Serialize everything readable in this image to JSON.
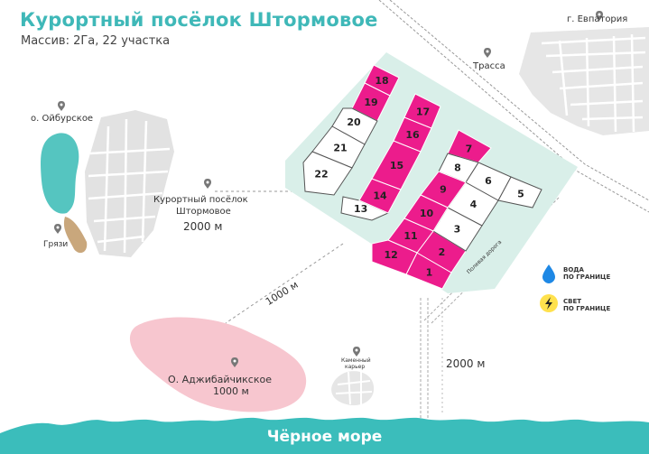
{
  "header": {
    "title": "Курортный посёлок Штормовое",
    "subtitle": "Массив: 2Га, 22 участка"
  },
  "labels": {
    "evpatoria": "г. Евпатория",
    "highway": "Трасса",
    "lake_oyburskoe": "о. Ойбурское",
    "mud": "Грязи",
    "village_line1": "Курортный посёлок",
    "village_line2": "Штормовое",
    "village_dist": "2000 м",
    "dist_1000": "1000 м",
    "lake_adzh_line1": "О. Аджибайчикское",
    "lake_adzh_line2": "1000 м",
    "quarry_line1": "Каменный",
    "quarry_line2": "карьер",
    "dist_2000": "2000 м",
    "road": "Полевая дорога",
    "sea": "Чёрное море"
  },
  "legend": {
    "water_line1": "Вода",
    "water_line2": "по границе",
    "power_line1": "Свет",
    "power_line2": "по границе"
  },
  "colors": {
    "sold": "#ec1c8c",
    "available": "#ffffff",
    "zone": "#d9efe9",
    "sea": "#3bbdbb",
    "lake_oyburskoe": "#55c5c0",
    "lake_adzh": "#f7c6cf",
    "mud": "#c9a77c",
    "title": "#3fb8b8"
  },
  "plots": [
    {
      "number": "1",
      "status": "sold"
    },
    {
      "number": "2",
      "status": "sold"
    },
    {
      "number": "3",
      "status": "available"
    },
    {
      "number": "4",
      "status": "available"
    },
    {
      "number": "5",
      "status": "available"
    },
    {
      "number": "6",
      "status": "available"
    },
    {
      "number": "7",
      "status": "sold"
    },
    {
      "number": "8",
      "status": "available"
    },
    {
      "number": "9",
      "status": "sold"
    },
    {
      "number": "10",
      "status": "sold"
    },
    {
      "number": "11",
      "status": "sold"
    },
    {
      "number": "12",
      "status": "sold"
    },
    {
      "number": "13",
      "status": "available"
    },
    {
      "number": "14",
      "status": "sold"
    },
    {
      "number": "15",
      "status": "sold"
    },
    {
      "number": "16",
      "status": "sold"
    },
    {
      "number": "17",
      "status": "sold"
    },
    {
      "number": "18",
      "status": "sold"
    },
    {
      "number": "19",
      "status": "sold"
    },
    {
      "number": "20",
      "status": "available"
    },
    {
      "number": "21",
      "status": "available"
    },
    {
      "number": "22",
      "status": "available"
    }
  ]
}
